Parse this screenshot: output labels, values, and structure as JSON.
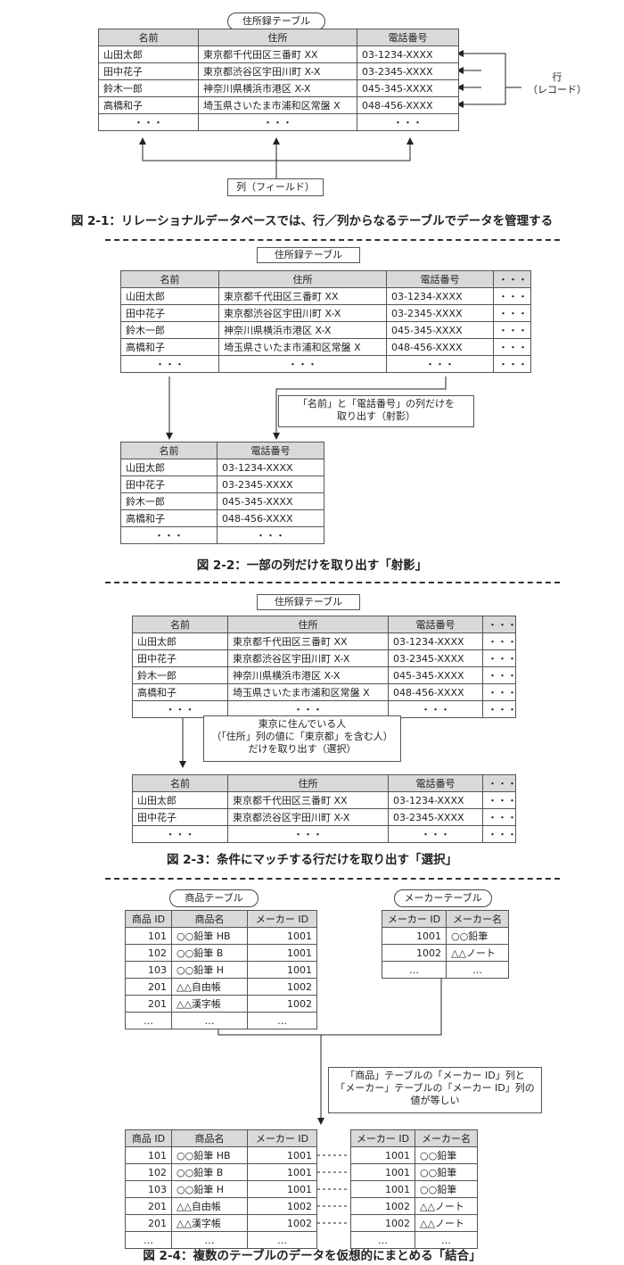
{
  "ellipsis": "・・・",
  "dots": "…",
  "addr_table_title": "住所録テーブル",
  "addr_headers": {
    "name": "名前",
    "address": "住所",
    "phone": "電話番号"
  },
  "addr_rows": [
    {
      "name": "山田太郎",
      "address": "東京都千代田区三番町 XX",
      "phone": "03-1234-XXXX"
    },
    {
      "name": "田中花子",
      "address": "東京都渋谷区宇田川町 X-X",
      "phone": "03-2345-XXXX"
    },
    {
      "name": "鈴木一郎",
      "address": "神奈川県横浜市港区 X-X",
      "phone": "045-345-XXXX"
    },
    {
      "name": "高橋和子",
      "address": "埼玉県さいたま市浦和区常盤 X",
      "phone": "048-456-XXXX"
    }
  ],
  "fig1": {
    "row_label_1": "行",
    "row_label_2": "（レコード）",
    "col_label": "列（フィールド）",
    "caption": "図 2-1：リレーショナルデータベースでは、行／列からなるテーブルでデータを管理する"
  },
  "fig2": {
    "note_1": "「名前」と「電話番号」の列だけを",
    "note_2": "取り出す（射影）",
    "caption": "図 2-2：一部の列だけを取り出す「射影」"
  },
  "fig3": {
    "note_1": "東京に住んでいる人",
    "note_2": "（「住所」列の値に「東京都」を含む人）",
    "note_3": "だけを取り出す（選択）",
    "caption": "図 2-3：条件にマッチする行だけを取り出す「選択」"
  },
  "fig4": {
    "product_title": "商品テーブル",
    "maker_title": "メーカーテーブル",
    "product_headers": {
      "id": "商品 ID",
      "name": "商品名",
      "maker_id": "メーカー ID"
    },
    "maker_headers": {
      "maker_id": "メーカー ID",
      "maker_name": "メーカー名"
    },
    "products": [
      {
        "id": "101",
        "name": "○○鉛筆 HB",
        "maker_id": "1001"
      },
      {
        "id": "102",
        "name": "○○鉛筆 B",
        "maker_id": "1001"
      },
      {
        "id": "103",
        "name": "○○鉛筆 H",
        "maker_id": "1001"
      },
      {
        "id": "201",
        "name": "△△自由帳",
        "maker_id": "1002"
      },
      {
        "id": "201",
        "name": "△△漢字帳",
        "maker_id": "1002"
      }
    ],
    "makers": [
      {
        "maker_id": "1001",
        "maker_name": "○○鉛筆"
      },
      {
        "maker_id": "1002",
        "maker_name": "△△ノート"
      }
    ],
    "joined_makers": [
      {
        "maker_id": "1001",
        "maker_name": "○○鉛筆"
      },
      {
        "maker_id": "1001",
        "maker_name": "○○鉛筆"
      },
      {
        "maker_id": "1001",
        "maker_name": "○○鉛筆"
      },
      {
        "maker_id": "1002",
        "maker_name": "△△ノート"
      },
      {
        "maker_id": "1002",
        "maker_name": "△△ノート"
      }
    ],
    "note_1": "「商品」テーブルの「メーカー ID」列と",
    "note_2": "「メーカー」テーブルの「メーカー ID」列の",
    "note_3": "値が等しい",
    "caption": "図 2-4：複数のテーブルのデータを仮想的にまとめる「結合」"
  }
}
